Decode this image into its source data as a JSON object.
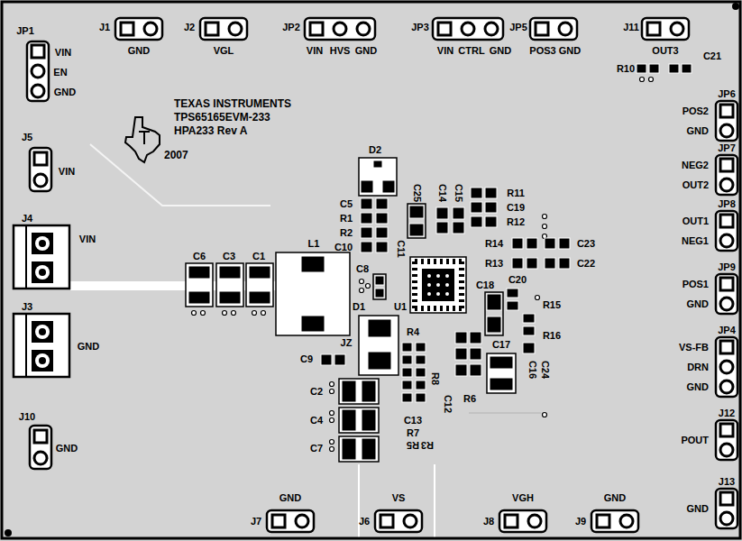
{
  "diagram": {
    "labels": [
      "J1",
      "GND",
      "J2",
      "VGL",
      "JP2",
      "VIN",
      "HVS",
      "GND",
      "JP3",
      "VIN",
      "CTRL",
      "GND",
      "JP5",
      "POS3",
      "GND",
      "J11",
      "OUT3",
      "R10",
      "C21",
      "JP1",
      "VIN",
      "EN",
      "GND",
      "J5",
      "VIN",
      "J4",
      "VIN",
      "J3",
      "GND",
      "J10",
      "GND",
      "TEXAS INSTRUMENTS",
      "TPS65165EVM-233",
      "HPA233 Rev A",
      "2007",
      "JP6",
      "POS2",
      "GND",
      "JP7",
      "NEG2",
      "OUT2",
      "JP8",
      "OUT1",
      "NEG1",
      "JP9",
      "POS1",
      "GND",
      "JP4",
      "VS-FB",
      "DRN",
      "GND",
      "J12",
      "POUT",
      "J13",
      "GND",
      "GND",
      "J7",
      "VS",
      "J6",
      "VGH",
      "J8",
      "GND",
      "J9",
      "D2",
      "C25",
      "C14",
      "C15",
      "R11",
      "C19",
      "R12",
      "C5",
      "R1",
      "R2",
      "C10",
      "C11",
      "R14",
      "C23",
      "R13",
      "C22",
      "C6",
      "C3",
      "C1",
      "L1",
      "C8",
      "U1",
      "C18",
      "C20",
      "R15",
      "R16",
      "D1",
      "R4",
      "C17",
      "JZ",
      "C9",
      "C16",
      "C24",
      "R6",
      "R8",
      "C12",
      "C2",
      "C4",
      "C7",
      "C13",
      "R7",
      "R5",
      "R3"
    ]
  }
}
